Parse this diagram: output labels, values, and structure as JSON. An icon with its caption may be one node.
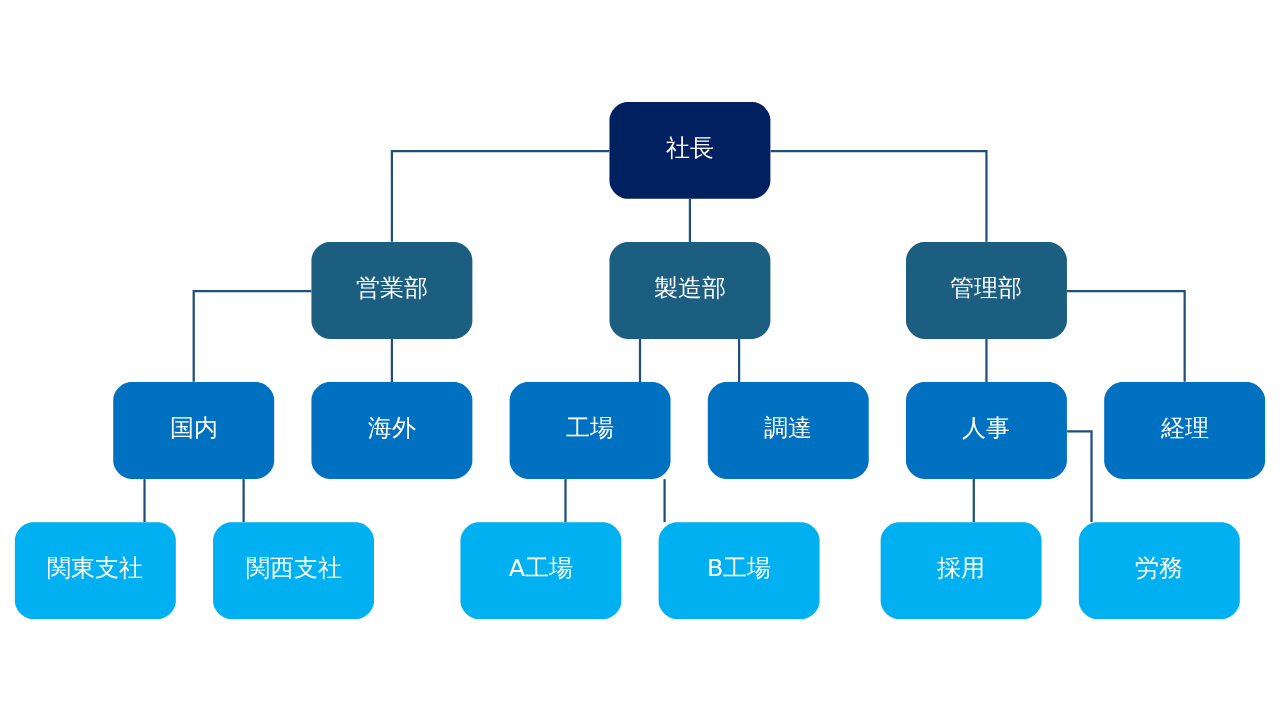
{
  "diagram": {
    "nodes": [
      {
        "text": [
          "社長"
        ]
      },
      {
        "text": [
          "営業部"
        ]
      },
      {
        "text": [
          "製造部"
        ]
      },
      {
        "text": [
          "管理部"
        ]
      },
      {
        "text": [
          "国内"
        ]
      },
      {
        "text": [
          "海外"
        ]
      },
      {
        "text": [
          "工場"
        ]
      },
      {
        "text": [
          "調達"
        ]
      },
      {
        "text": [
          "人事"
        ]
      },
      {
        "text": [
          "経理"
        ]
      },
      {
        "text": [
          "関東支社"
        ]
      },
      {
        "text": [
          "関西支社"
        ]
      },
      {
        "text": [
          "A工場"
        ]
      },
      {
        "text": [
          "B工場"
        ]
      },
      {
        "text": [
          "採用"
        ]
      },
      {
        "text": [
          "労務"
        ]
      }
    ],
    "edges": [
      {
        "from": 0,
        "to": 1,
        "arrow": "none"
      },
      {
        "from": 0,
        "to": 2,
        "arrow": "none"
      },
      {
        "from": 0,
        "to": 3,
        "arrow": "none"
      },
      {
        "from": 1,
        "to": 4,
        "arrow": "none"
      },
      {
        "from": 1,
        "to": 5,
        "arrow": "none"
      },
      {
        "from": 2,
        "to": 6,
        "arrow": "none"
      },
      {
        "from": 2,
        "to": 7,
        "arrow": "none"
      },
      {
        "from": 3,
        "to": 8,
        "arrow": "none"
      },
      {
        "from": 3,
        "to": 9,
        "arrow": "none"
      },
      {
        "from": 4,
        "to": 10,
        "arrow": "none"
      },
      {
        "from": 4,
        "to": 11,
        "arrow": "none"
      },
      {
        "from": 6,
        "to": 12,
        "arrow": "none"
      },
      {
        "from": 6,
        "to": 13,
        "arrow": "none"
      },
      {
        "from": 8,
        "to": 14,
        "arrow": "none"
      },
      {
        "from": 8,
        "to": 15,
        "arrow": "none"
      }
    ]
  }
}
